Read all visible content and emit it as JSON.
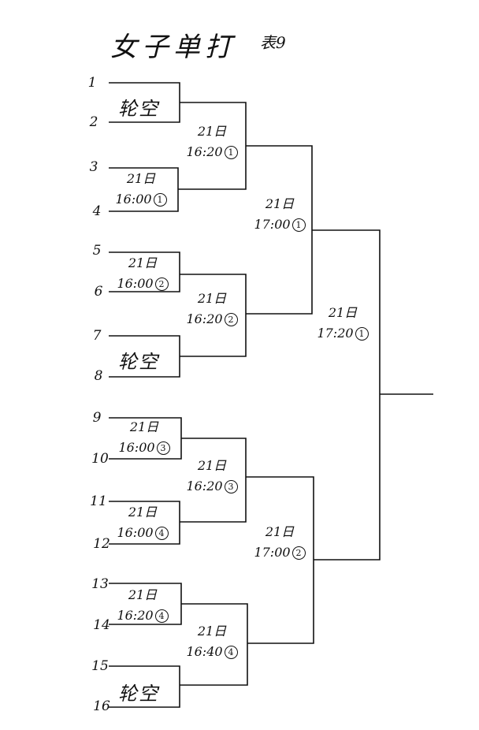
{
  "title": "女子单打",
  "sheet": "表9",
  "slots": [
    "1",
    "2",
    "3",
    "4",
    "5",
    "6",
    "7",
    "8",
    "9",
    "10",
    "11",
    "12",
    "13",
    "14",
    "15",
    "16"
  ],
  "byes": [
    "轮空",
    "轮空",
    "轮空"
  ],
  "round1": [
    {
      "day": "21日",
      "time": "16:00",
      "num": "1"
    },
    {
      "day": "21日",
      "time": "16:00",
      "num": "2"
    },
    {
      "day": "21日",
      "time": "16:00",
      "num": "3"
    },
    {
      "day": "21日",
      "time": "16:00",
      "num": "4"
    },
    {
      "day": "21日",
      "time": "16:20",
      "num": "4"
    }
  ],
  "round2": [
    {
      "day": "21日",
      "time": "16:20",
      "num": "1"
    },
    {
      "day": "21日",
      "time": "16:20",
      "num": "2"
    },
    {
      "day": "21日",
      "time": "16:20",
      "num": "3"
    },
    {
      "day": "21日",
      "time": "16:40",
      "num": "4"
    }
  ],
  "semis": [
    {
      "day": "21日",
      "time": "17:00",
      "num": "1"
    },
    {
      "day": "21日",
      "time": "17:00",
      "num": "2"
    }
  ],
  "final": {
    "day": "21日",
    "time": "17:20",
    "num": "1"
  }
}
